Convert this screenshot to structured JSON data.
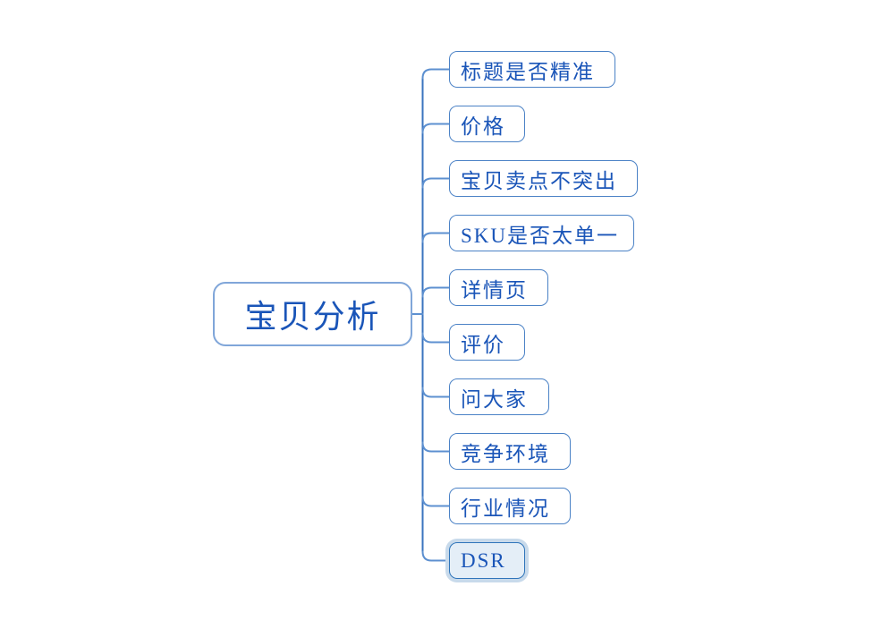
{
  "diagram": {
    "type": "mindmap",
    "direction": "right"
  },
  "colors": {
    "background": "#ffffff",
    "text": "#1a55b8",
    "root_border": "#80a6d9",
    "topic_border": "#4b82c6",
    "connector": "#5d90d0",
    "trunk": "#3b74bf",
    "selected_fill": "#e4eef7",
    "selected_border": "#2e74ba",
    "selected_halo": "#c8daeb"
  },
  "mindmap": {
    "root": {
      "label": "宝贝分析"
    },
    "children": [
      {
        "label": "标题是否精准",
        "selected": false
      },
      {
        "label": "价格",
        "selected": false
      },
      {
        "label": "宝贝卖点不突出",
        "selected": false
      },
      {
        "label": "SKU是否太单一",
        "selected": false
      },
      {
        "label": "详情页",
        "selected": false
      },
      {
        "label": "评价",
        "selected": false
      },
      {
        "label": "问大家",
        "selected": false
      },
      {
        "label": "竞争环境",
        "selected": false
      },
      {
        "label": "行业情况",
        "selected": false
      },
      {
        "label": "DSR",
        "selected": true
      }
    ],
    "selected_topic": "DSR"
  }
}
